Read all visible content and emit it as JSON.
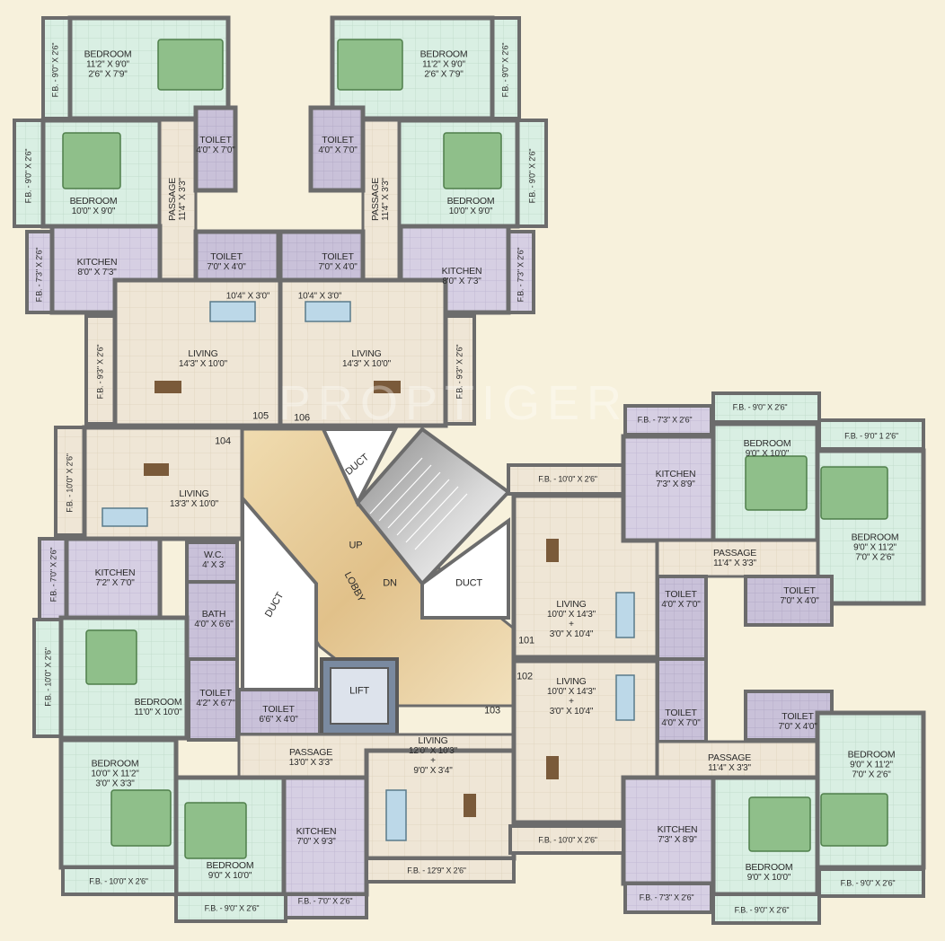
{
  "watermark": "PROPTIGER",
  "labels": {
    "bed_tl_top": {
      "name": "BEDROOM",
      "dims": [
        "11'2\" X 9'0\"",
        "2'6\" X 7'9\""
      ]
    },
    "bed_tr_top": {
      "name": "BEDROOM",
      "dims": [
        "11'2\" X 9'0\"",
        "2'6\" X 7'9\""
      ]
    },
    "fb_tl_top": "F.B. - 9'0\" X 2'6\"",
    "fb_tr_top": "F.B. - 9'0\" X 2'6\"",
    "toilet_tl": {
      "name": "TOILET",
      "dims": [
        "4'0\" X 7'0\""
      ]
    },
    "toilet_tr": {
      "name": "TOILET",
      "dims": [
        "4'0\" X 7'0\""
      ]
    },
    "bed_tl_mid": {
      "name": "BEDROOM",
      "dims": [
        "10'0\" X 9'0\""
      ]
    },
    "bed_tr_mid": {
      "name": "BEDROOM",
      "dims": [
        "10'0\" X 9'0\""
      ]
    },
    "fb_tl_mid": "F.B. - 9'0\" X 2'6\"",
    "fb_tr_mid": "F.B. - 9'0\" X 2'6\"",
    "passage_tl": {
      "name": "PASSAGE",
      "dims": [
        "11'4\" X 3'3\""
      ]
    },
    "passage_tr": {
      "name": "PASSAGE",
      "dims": [
        "11'4\" X 3'3\""
      ]
    },
    "toilet_tl2": {
      "name": "TOILET",
      "dims": [
        "7'0\" X 4'0\""
      ]
    },
    "toilet_tr2": {
      "name": "TOILET",
      "dims": [
        "7'0\" X 4'0\""
      ]
    },
    "kitchen_tl": {
      "name": "KITCHEN",
      "dims": [
        "8'0\" X 7'3\""
      ]
    },
    "kitchen_tr": {
      "name": "KITCHEN",
      "dims": [
        "8'0\" X 7'3\""
      ]
    },
    "fb_tl_kit": "F.B. - 7'3\" X 2'6\"",
    "fb_tr_kit": "F.B. - 7'3\" X 2'6\"",
    "dining_tl": "10'4\" X 3'0\"",
    "dining_tr": "10'4\" X 3'0\"",
    "living_tl": {
      "name": "LIVING",
      "dims": [
        "14'3\" X 10'0\""
      ]
    },
    "living_tr": {
      "name": "LIVING",
      "dims": [
        "14'3\" X 10'0\""
      ]
    },
    "fb_tl_liv": "F.B. - 9'3\" X 2'6\"",
    "fb_tr_liv": "F.B. - 9'3\" X 2'6\"",
    "flat_105": "105",
    "flat_106": "106",
    "flat_104": "104",
    "flat_101": "101",
    "flat_102": "102",
    "flat_103": "103",
    "living_ml": {
      "name": "LIVING",
      "dims": [
        "13'3\" X 10'0\""
      ]
    },
    "fb_ml_liv": "F.B. - 10'0\" X 2'6\"",
    "kitchen_ml": {
      "name": "KITCHEN",
      "dims": [
        "7'2\" X 7'0\""
      ]
    },
    "fb_ml_kit": "F.B. - 7'0\" X 2'6\"",
    "wc_ml": {
      "name": "W.C.",
      "dims": [
        "4' x 3'"
      ]
    },
    "bath_ml": {
      "name": "BATH",
      "dims": [
        "4'0\" X 6'6\""
      ]
    },
    "bed_ml": {
      "name": "BEDROOM",
      "dims": [
        "11'0\" X 10'0\""
      ]
    },
    "fb_ml_bed": "F.B. - 10'0\" X 2'6\"",
    "toilet_ml": {
      "name": "TOILET",
      "dims": [
        "4'2\" X 6'7\""
      ]
    },
    "toilet_ml2": {
      "name": "TOILET",
      "dims": [
        "6'6\" X 4'0\""
      ]
    },
    "duct_1": "DUCT",
    "duct_2": "DUCT",
    "duct_3": "DUCT",
    "up": "UP",
    "dn": "DN",
    "lobby": "LOBBY",
    "lift": "LIFT",
    "passage_bl": {
      "name": "PASSAGE",
      "dims": [
        "13'0\" X 3'3\""
      ]
    },
    "bed_bl": {
      "name": "BEDROOM",
      "dims": [
        "10'0\" X 11'2\"",
        "3'0\" X 3'3\""
      ]
    },
    "bed_bl2": {
      "name": "BEDROOM",
      "dims": [
        "9'0\" X 10'0\""
      ]
    },
    "kitchen_bl": {
      "name": "KITCHEN",
      "dims": [
        "7'0\" X 9'3\""
      ]
    },
    "living_bm": {
      "name": "LIVING",
      "dims": [
        "12'0\" X 10'3\"",
        "+",
        "9'0\" X 3'4\""
      ]
    },
    "fb_bl_1": "F.B. - 10'0\" X 2'6\"",
    "fb_bl_2": "F.B. - 9'0\" X 2'6\"",
    "fb_bl_3": "F.B. - 7'0\" X 2'6\"",
    "fb_bm": "F.B. - 12'9\" X 2'6\"",
    "fb_r_1": "F.B. - 9'0\" X 2'6\"",
    "fb_r_2": "F.B. - 7'3\" X 2'6\"",
    "fb_r_3": "F.B. - 9'0\" 1 2'6\"",
    "kitchen_r1": {
      "name": "KITCHEN",
      "dims": [
        "7'3\" X 8'9\""
      ]
    },
    "bed_r1": {
      "name": "BEDROOM",
      "dims": [
        "9'0\" X 10'0\""
      ]
    },
    "bed_r2": {
      "name": "BEDROOM",
      "dims": [
        "9'0\" X 11'2\"",
        "7'0\" X 2'6\""
      ]
    },
    "fb_r_liv1": "F.B. - 10'0\" X 2'6\"",
    "passage_r1": {
      "name": "PASSAGE",
      "dims": [
        "11'4\" X 3'3\""
      ]
    },
    "living_r1": {
      "name": "LIVING",
      "dims": [
        "10'0\" X 14'3\"",
        "+",
        "3'0\" X 10'4\""
      ]
    },
    "toilet_r1": {
      "name": "TOILET",
      "dims": [
        "4'0\" X 7'0\""
      ]
    },
    "toilet_r1b": {
      "name": "TOILET",
      "dims": [
        "7'0\" X 4'0\""
      ]
    },
    "living_r2": {
      "name": "LIVING",
      "dims": [
        "10'0\" X 14'3\"",
        "+",
        "3'0\" X 10'4\""
      ]
    },
    "toilet_r2": {
      "name": "TOILET",
      "dims": [
        "4'0\" X 7'0\""
      ]
    },
    "toilet_r2b": {
      "name": "TOILET",
      "dims": [
        "7'0\" X 4'0\""
      ]
    },
    "passage_r2": {
      "name": "PASSAGE",
      "dims": [
        "11'4\" X 3'3\""
      ]
    },
    "bed_r3": {
      "name": "BEDROOM",
      "dims": [
        "9'0\" X 11'2\"",
        "7'0\" X 2'6\""
      ]
    },
    "kitchen_r2": {
      "name": "KITCHEN",
      "dims": [
        "7'3\" X 8'9\""
      ]
    },
    "bed_r4": {
      "name": "BEDROOM",
      "dims": [
        "9'0\" X 10'0\""
      ]
    },
    "fb_r_liv2": "F.B. - 10'0\" X 2'6\"",
    "fb_r_4": "F.B. - 9'0\" X 2'6\"",
    "fb_r_5": "F.B. - 7'3\" X 2'6\"",
    "fb_r_6": "F.B. - 9'0\" X 2'6\""
  },
  "colors": {
    "background": "#f7f1dc",
    "wall": "#6c6c6c",
    "bedroom_floor": "#d9efe3",
    "kitchen_floor": "#d6cfe3",
    "toilet_floor": "#c9c1d9",
    "living_floor": "#efe6d6",
    "lobby_floor": "#e7cfa3",
    "duct": "#ffffff",
    "bed": "#8fbf8a",
    "furniture": "#7a5a3a"
  }
}
